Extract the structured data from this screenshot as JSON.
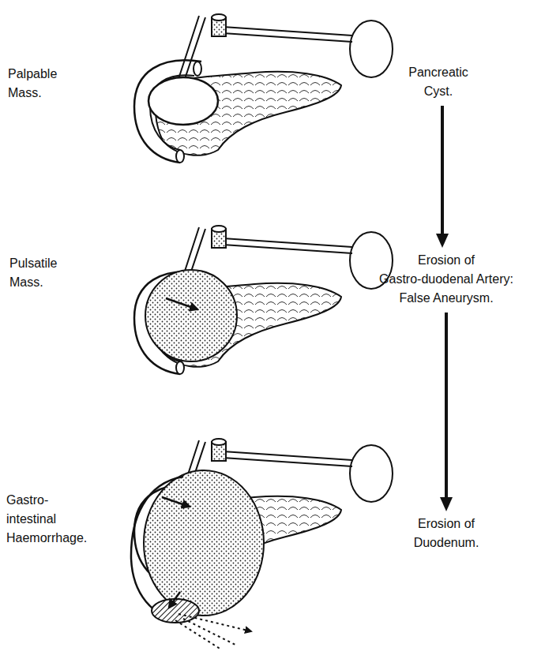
{
  "diagram": {
    "nodes": [
      {
        "text": [
          "Pancreatic Cyst."
        ]
      },
      {
        "text": [
          "Erosion of Gastro-duodenal Artery: False Aneurysm."
        ]
      },
      {
        "text": [
          "Erosion of Duodenum."
        ]
      }
    ],
    "edges": [
      {
        "from": 0,
        "to": 1,
        "arrow": "to"
      },
      {
        "from": 1,
        "to": 2,
        "arrow": "to"
      }
    ],
    "labels": [
      "Palpable Mass.",
      "Pulsatile Mass.",
      "Gastro-intestinal Haemorrhage."
    ]
  }
}
